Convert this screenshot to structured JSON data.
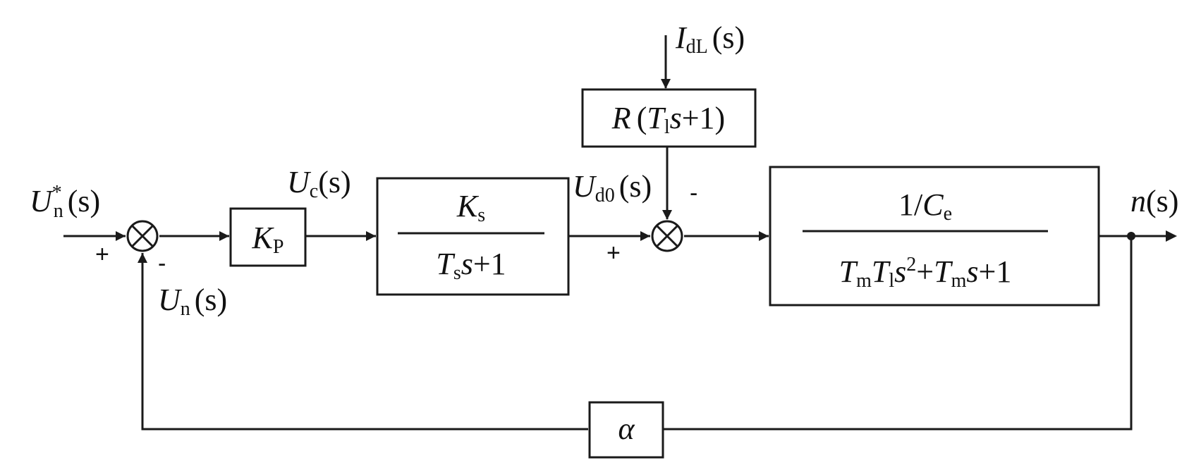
{
  "signals": {
    "reference": {
      "main": "U",
      "sup": "*",
      "sub": "n",
      "arg": "(s)"
    },
    "control": {
      "main": "U",
      "sub": "c",
      "arg": "(s)"
    },
    "voltage": {
      "main": "U",
      "sub": "d0",
      "arg": "(s)"
    },
    "load_current": {
      "main": "I",
      "sub": "dL",
      "arg": "(s)"
    },
    "feedback": {
      "main": "U",
      "sub": "n",
      "arg": "(s)"
    },
    "output": {
      "main": "n",
      "arg": "(s)"
    }
  },
  "blocks": {
    "proportional": {
      "main": "K",
      "sub": "P"
    },
    "converter": {
      "num_main": "K",
      "num_sub": "s",
      "den_a": "T",
      "den_a_sub": "s",
      "den_b": "s",
      "den_c": "+1"
    },
    "load": {
      "r": "R",
      "open": "(",
      "t": "T",
      "t_sub": "l",
      "s": "s",
      "rest": "+1)"
    },
    "motor": {
      "num_a": "1/",
      "num_b": "C",
      "num_b_sub": "e",
      "den": {
        "t1": "T",
        "t1_sub": "m",
        "t2": "T",
        "t2_sub": "l",
        "s1": "s",
        "pow": "2",
        "plus1": "+",
        "t3": "T",
        "t3_sub": "m",
        "s2": "s",
        "tail": "+1"
      }
    },
    "feedback_gain": {
      "symbol": "α"
    }
  },
  "signs": {
    "sum1_input": "+",
    "sum1_feedback": "-",
    "sum2_input": "+",
    "sum2_disturbance": "-"
  }
}
